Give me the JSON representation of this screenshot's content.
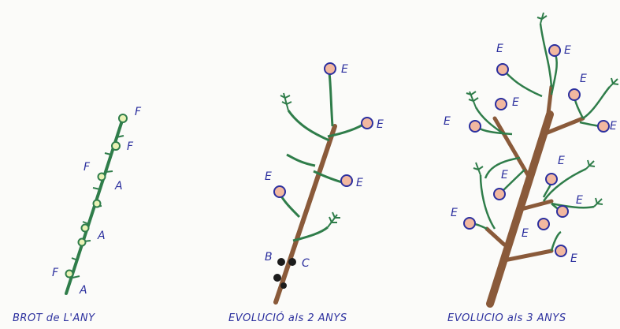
{
  "panels": [
    {
      "caption": "BROT de L'ANY",
      "labels": [
        "F",
        "F",
        "F",
        "A",
        "A",
        "F",
        "A"
      ]
    },
    {
      "caption": "EVOLUCIÓ als 2 ANYS",
      "labels": [
        "E",
        "E",
        "E",
        "E",
        "B",
        "C"
      ]
    },
    {
      "caption": "EVOLUCIO als 3 ANYS",
      "labels": [
        "E",
        "E",
        "E",
        "E",
        "E",
        "E",
        "E",
        "E",
        "E",
        "E",
        "E",
        "E"
      ]
    }
  ],
  "colors": {
    "stem_green": "#2f7d4a",
    "wood_brown": "#8a5a3a",
    "flower_fill": "#f2b8a0",
    "outline_blue": "#2b2f9e",
    "bud_yellow": "#e9f2b5"
  }
}
